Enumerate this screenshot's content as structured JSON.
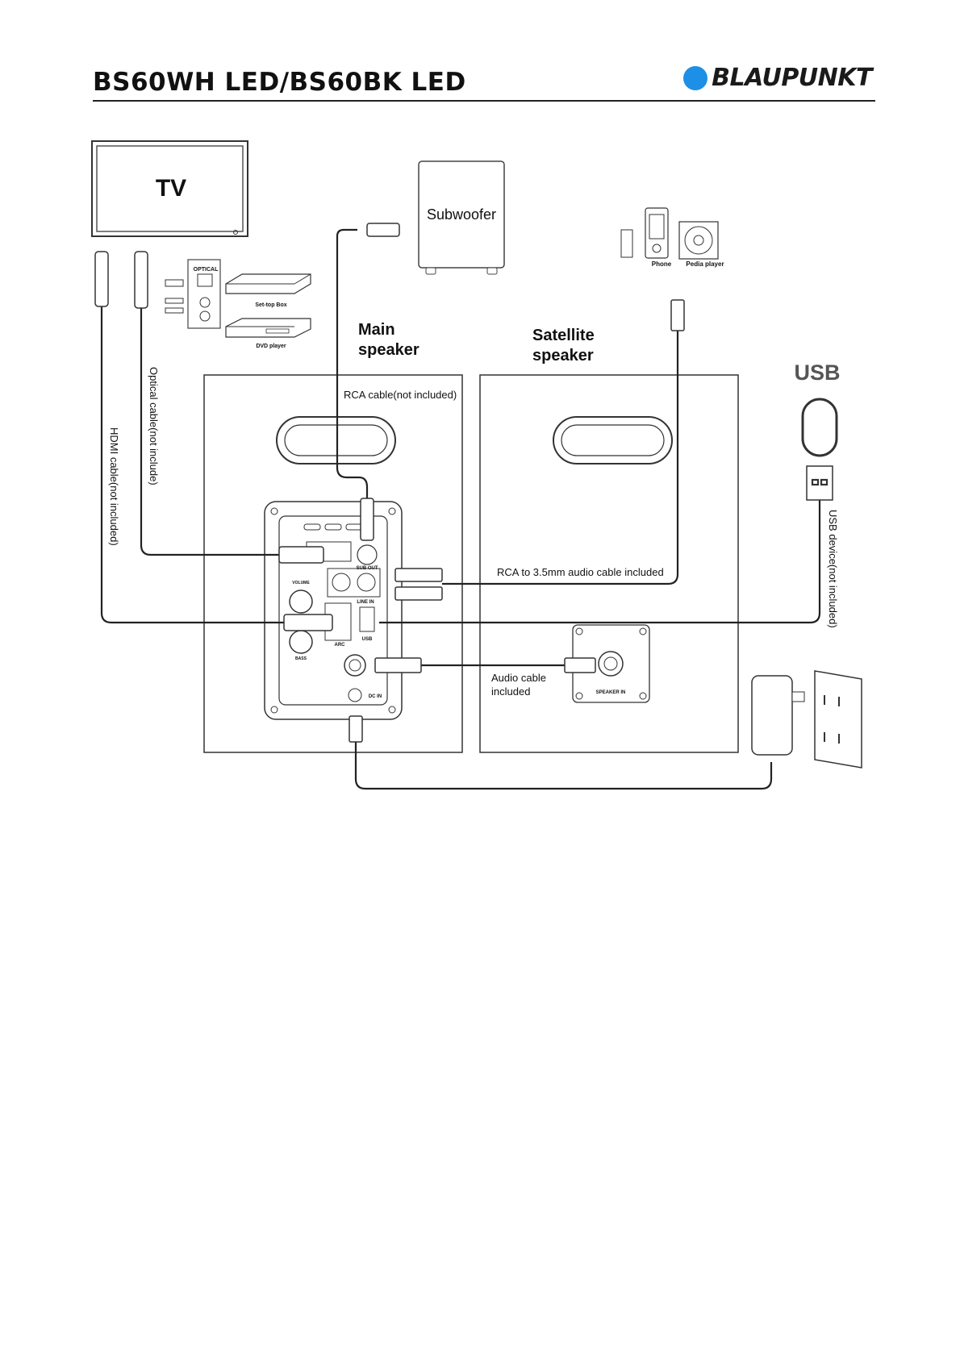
{
  "header": {
    "model": "BS60WH LED/BS60BK LED",
    "brand": "BLAUPUNKT",
    "brand_color": "#1d8fe6"
  },
  "devices": {
    "tv": "TV",
    "subwoofer": "Subwoofer",
    "set_top_box": "Set-top Box",
    "dvd_player": "DVD player",
    "optical": "OPTICAL",
    "phone": "Phone",
    "pedia_player": "Pedia player",
    "main_speaker_line1": "Main",
    "main_speaker_line2": "speaker",
    "satellite_speaker_line1": "Satellite",
    "satellite_speaker_line2": "speaker",
    "usb": "USB"
  },
  "cables": {
    "rca": "RCA cable(not included)",
    "optical": "Optical cable(not include)",
    "hdmi": "HDMI cable(not included)",
    "rca_35": "RCA to 3.5mm audio cable included",
    "audio_line1": "Audio cable",
    "audio_line2": "included",
    "usb_device": "USB device(not included)"
  },
  "panel": {
    "sub_out": "SUB OUT",
    "line_in": "LINE IN",
    "volume": "VOLUME",
    "arc": "ARC",
    "usb": "USB",
    "bass": "BASS",
    "dc_in": "DC IN",
    "speaker_in": "SPEAKER IN"
  }
}
